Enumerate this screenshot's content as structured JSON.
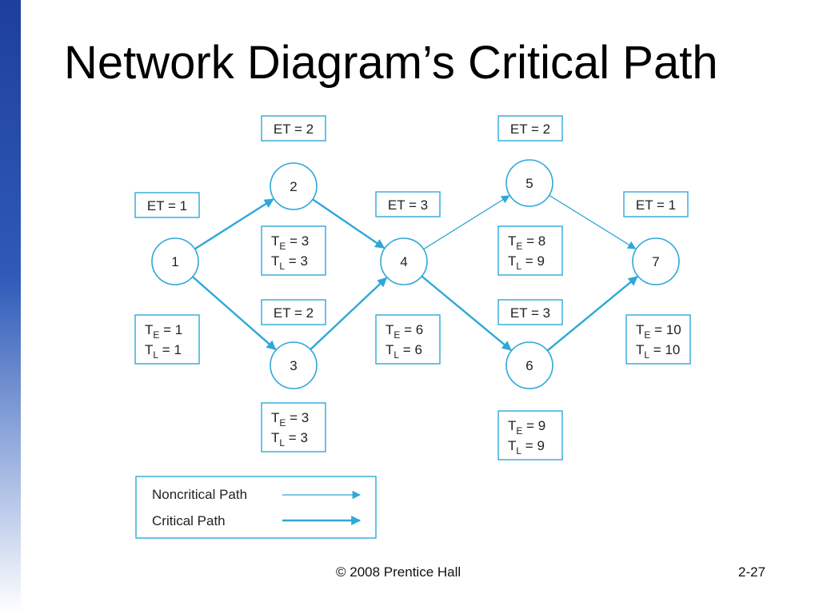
{
  "slide": {
    "title": "Network Diagram’s Critical Path",
    "footer_copyright": "© 2008 Prentice Hall",
    "page_number": "2-27"
  },
  "colors": {
    "accent": "#2ea8d8",
    "title_text": "#000000",
    "sidebar_top": "#1e3f9c"
  },
  "diagram": {
    "nodes": [
      {
        "id": "1",
        "label": "1",
        "et": "1",
        "te": "1",
        "tl": "1"
      },
      {
        "id": "2",
        "label": "2",
        "et": "2",
        "te": "3",
        "tl": "3"
      },
      {
        "id": "3",
        "label": "3",
        "et": "2",
        "te": "3",
        "tl": "3"
      },
      {
        "id": "4",
        "label": "4",
        "et": "3",
        "te": "6",
        "tl": "6"
      },
      {
        "id": "5",
        "label": "5",
        "et": "2",
        "te": "8",
        "tl": "9"
      },
      {
        "id": "6",
        "label": "6",
        "et": "3",
        "te": "9",
        "tl": "9"
      },
      {
        "id": "7",
        "label": "7",
        "et": "1",
        "te": "10",
        "tl": "10"
      }
    ],
    "edges": [
      {
        "from": "1",
        "to": "2",
        "critical": true
      },
      {
        "from": "1",
        "to": "3",
        "critical": true
      },
      {
        "from": "2",
        "to": "4",
        "critical": true
      },
      {
        "from": "3",
        "to": "4",
        "critical": true
      },
      {
        "from": "4",
        "to": "5",
        "critical": false
      },
      {
        "from": "4",
        "to": "6",
        "critical": true
      },
      {
        "from": "5",
        "to": "7",
        "critical": false
      },
      {
        "from": "6",
        "to": "7",
        "critical": true
      }
    ],
    "legend": {
      "noncritical_label": "Noncritical Path",
      "critical_label": "Critical Path"
    }
  }
}
